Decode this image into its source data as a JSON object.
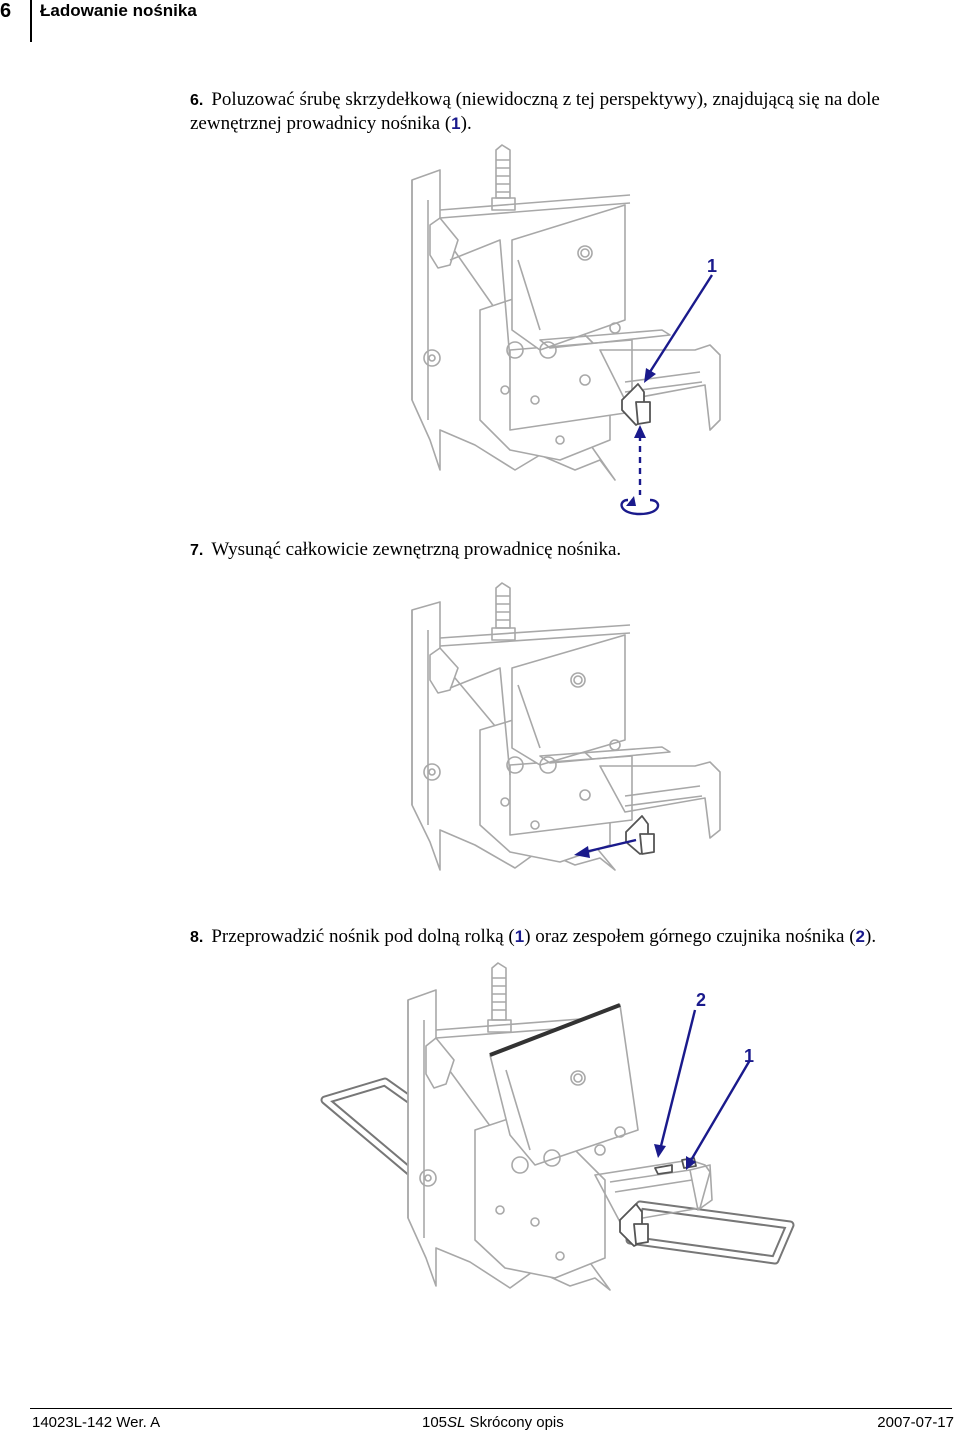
{
  "header": {
    "page_number": "6",
    "section_title": "Ładowanie nośnika"
  },
  "steps": [
    {
      "number": "6.",
      "text_a": "Poluzować śrubę skrzydełkową (niewidoczną z tej perspektywy), znajdującą się na dole zewnętrznej prowadnicy nośnika (",
      "ref": "1",
      "text_b": ")."
    },
    {
      "number": "7.",
      "text": "Wysunąć całkowicie zewnętrzną prowadnicę nośnika."
    },
    {
      "number": "8.",
      "text_a": "Przeprowadzić nośnik pod dolną rolką (",
      "ref1": "1",
      "text_b": ") oraz zespołem górnego czujnika nośnika (",
      "ref2": "2",
      "text_c": ")."
    }
  ],
  "figures": {
    "fig1": {
      "callout_1": "1"
    },
    "fig3": {
      "callout_1": "1",
      "callout_2": "2"
    }
  },
  "footer": {
    "doc_id": "14023L-142 Wer. A",
    "doc_title_prefix": "105",
    "doc_title_italic": "SL",
    "doc_title_suffix": " Skrócony opis",
    "date": "2007-07-17"
  },
  "colors": {
    "callout": "#1a1a8c",
    "line_art": "#a8a8a8"
  }
}
